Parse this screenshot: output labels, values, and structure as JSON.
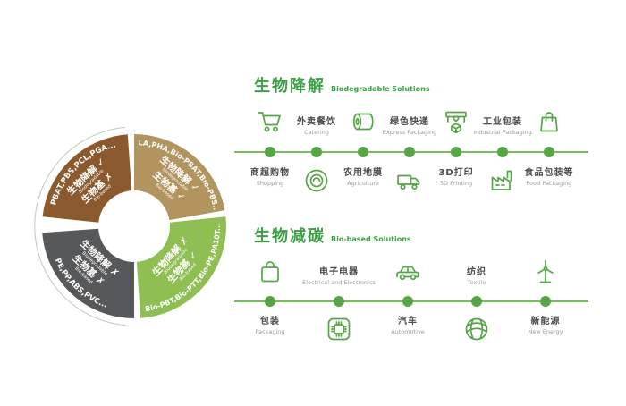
{
  "colors": {
    "accent_green": "#3E9F46",
    "line_green": "#7CBB5E",
    "dot_green": "#56A546",
    "segment_brown": "#8A5A2E",
    "segment_tan": "#B2945F",
    "segment_gray": "#57585A",
    "segment_green": "#8FBE53",
    "label_dark": "#4A4A4A",
    "label_light": "#9A9A9A"
  },
  "donut": {
    "segments": [
      {
        "name": "fossil-biodegradable",
        "polymers": "PBAT,PBS,PCL,PGA...",
        "row1": "生物降解 ✓",
        "row1_en": "Biodegradable",
        "row2": "生物基 ✗",
        "row2_en": "Bio-based"
      },
      {
        "name": "bio-biodegradable",
        "polymers": "PLA,PHA,Bio-PBAT,Bio-PBS...",
        "row1": "生物降解 ✓",
        "row1_en": "Biodegradable",
        "row2": "生物基 ✓",
        "row2_en": "Bio-based"
      },
      {
        "name": "fossil-conventional",
        "polymers": "PE,PP,ABS,PVC...",
        "row1": "生物降解 ✗",
        "row1_en": "Biodegradable",
        "row2": "生物基 ✗",
        "row2_en": "Bio-based"
      },
      {
        "name": "bio-durable",
        "polymers": "Bio-PBT,Bio-PTT,Bio-PE,PA10T...",
        "row1": "生物降解 ✗",
        "row1_en": "Biodegradable",
        "row2": "生物基 ✓",
        "row2_en": "Bio-based"
      }
    ]
  },
  "sections": [
    {
      "title": "生物降解",
      "subtitle": "Biodegradable Solutions",
      "items": [
        {
          "zh": "商超购物",
          "en": "Shopping",
          "icon": "cart-icon"
        },
        {
          "zh": "外卖餐饮",
          "en": "Catering",
          "icon": "plate-icon"
        },
        {
          "zh": "农用地膜",
          "en": "Agriculture",
          "icon": "film-roll-icon"
        },
        {
          "zh": "绿色快递",
          "en": "Express Packaging",
          "icon": "truck-icon"
        },
        {
          "zh": "3D打印",
          "en": "3D Printing",
          "icon": "printer-3d-icon"
        },
        {
          "zh": "工业包装",
          "en": "Industrial Packaging",
          "icon": "factory-icon"
        },
        {
          "zh": "食品包装等",
          "en": "Food Packaging",
          "icon": "food-bag-icon"
        }
      ]
    },
    {
      "title": "生物减碳",
      "subtitle": "Bio-based Solutions",
      "items": [
        {
          "zh": "包装",
          "en": "Packaging",
          "icon": "shopping-bag-icon"
        },
        {
          "zh": "电子电器",
          "en": "Electrical and Electronics",
          "icon": "chip-icon"
        },
        {
          "zh": "汽车",
          "en": "Automotive",
          "icon": "car-icon"
        },
        {
          "zh": "纺织",
          "en": "Textile",
          "icon": "yarn-icon"
        },
        {
          "zh": "新能源",
          "en": "New Energy",
          "icon": "wind-turbine-icon"
        }
      ]
    }
  ]
}
